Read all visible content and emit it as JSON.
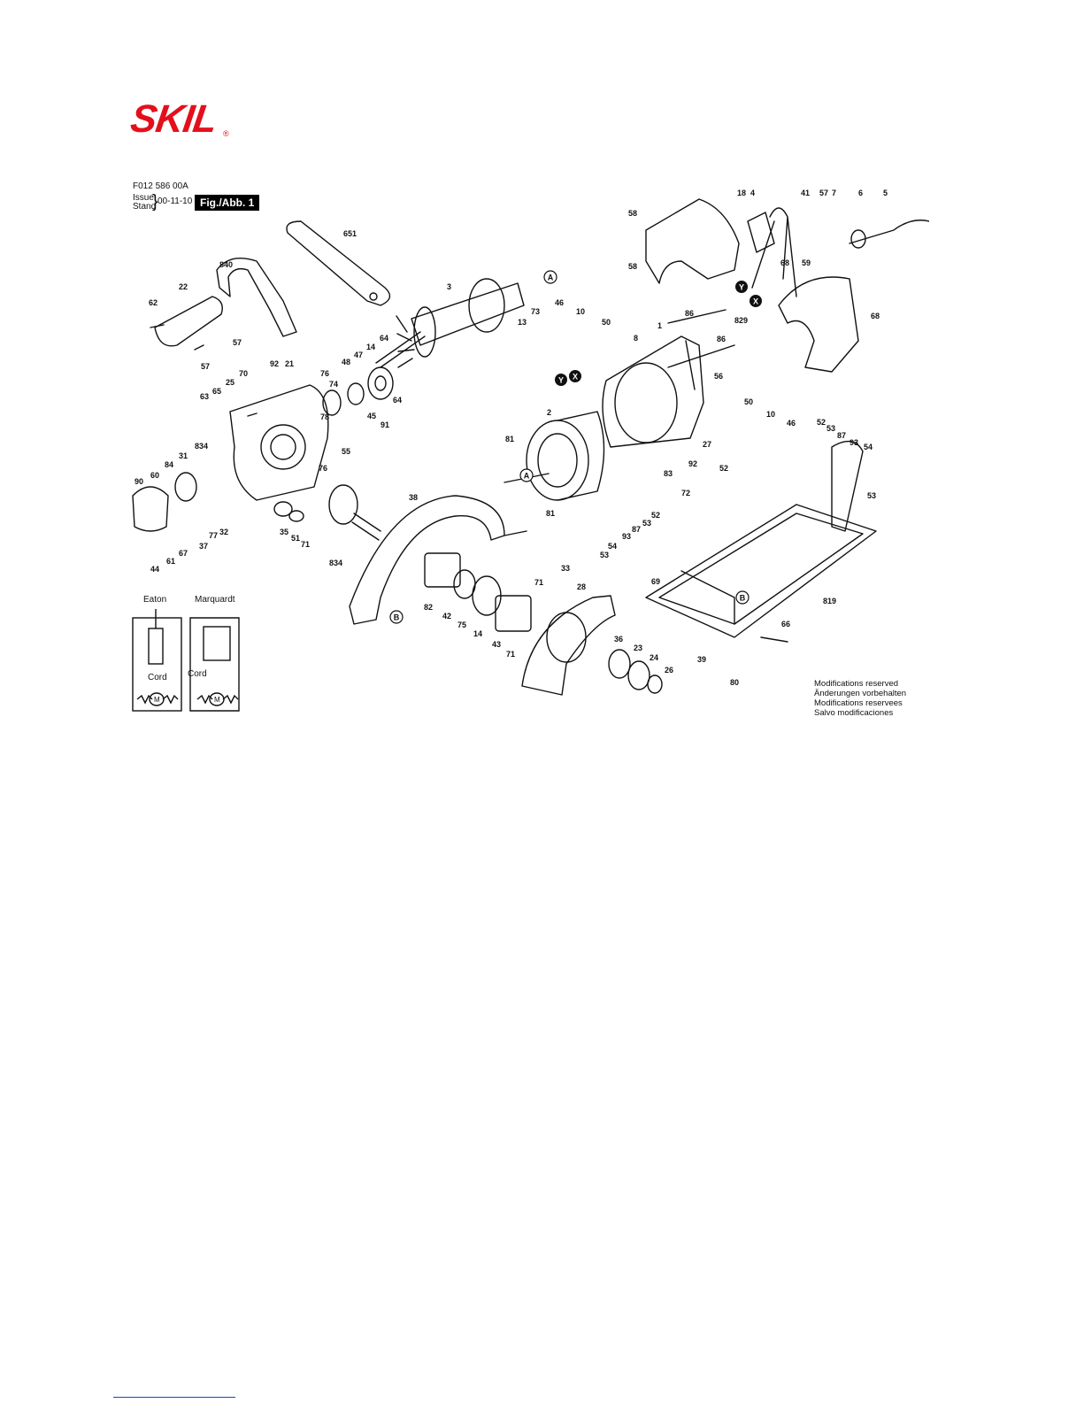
{
  "header": {
    "brand": "SKIL",
    "registered_mark": "®",
    "brand_color": "#e3101b"
  },
  "drawing_info": {
    "doc_number": "F012 586 00A",
    "issue_label": "Issue",
    "stand_label": "Stand",
    "issue_date": "00-11-10",
    "figure_label": "Fig./Abb. 1"
  },
  "part_numbers": [
    "651",
    "3",
    "840",
    "22",
    "62",
    "57",
    "57",
    "92",
    "21",
    "70",
    "25",
    "65",
    "63",
    "76",
    "48",
    "47",
    "14",
    "64",
    "64",
    "78",
    "74",
    "45",
    "91",
    "55",
    "76",
    "31",
    "834",
    "84",
    "60",
    "90",
    "67",
    "37",
    "77",
    "32",
    "35",
    "51",
    "71",
    "834",
    "44",
    "61",
    "13",
    "73",
    "46",
    "10",
    "50",
    "8",
    "1",
    "86",
    "86",
    "56",
    "2",
    "81",
    "81",
    "50",
    "10",
    "46",
    "27",
    "92",
    "83",
    "52",
    "52",
    "53",
    "87",
    "93",
    "54",
    "53",
    "72",
    "38",
    "33",
    "28",
    "82",
    "42",
    "75",
    "14",
    "43",
    "71",
    "71",
    "36",
    "23",
    "24",
    "26",
    "39",
    "80",
    "54",
    "93",
    "87",
    "53",
    "52",
    "53",
    "69",
    "819",
    "66",
    "58",
    "58",
    "18",
    "4",
    "41",
    "57",
    "7",
    "6",
    "5",
    "59",
    "68",
    "68",
    "829"
  ],
  "markers": {
    "A": "A",
    "B": "B",
    "X": "X",
    "Y": "Y"
  },
  "schematics": {
    "eaton_title": "Eaton",
    "marquardt_title": "Marquardt",
    "cord_label_1": "Cord",
    "cord_label_2": "Cord",
    "motor_label": "M"
  },
  "notes": {
    "line1": "Modifications reserved",
    "line2": "Änderungen vorbehalten",
    "line3": "Modifications reservees",
    "line4": "Salvo modificaciones"
  }
}
